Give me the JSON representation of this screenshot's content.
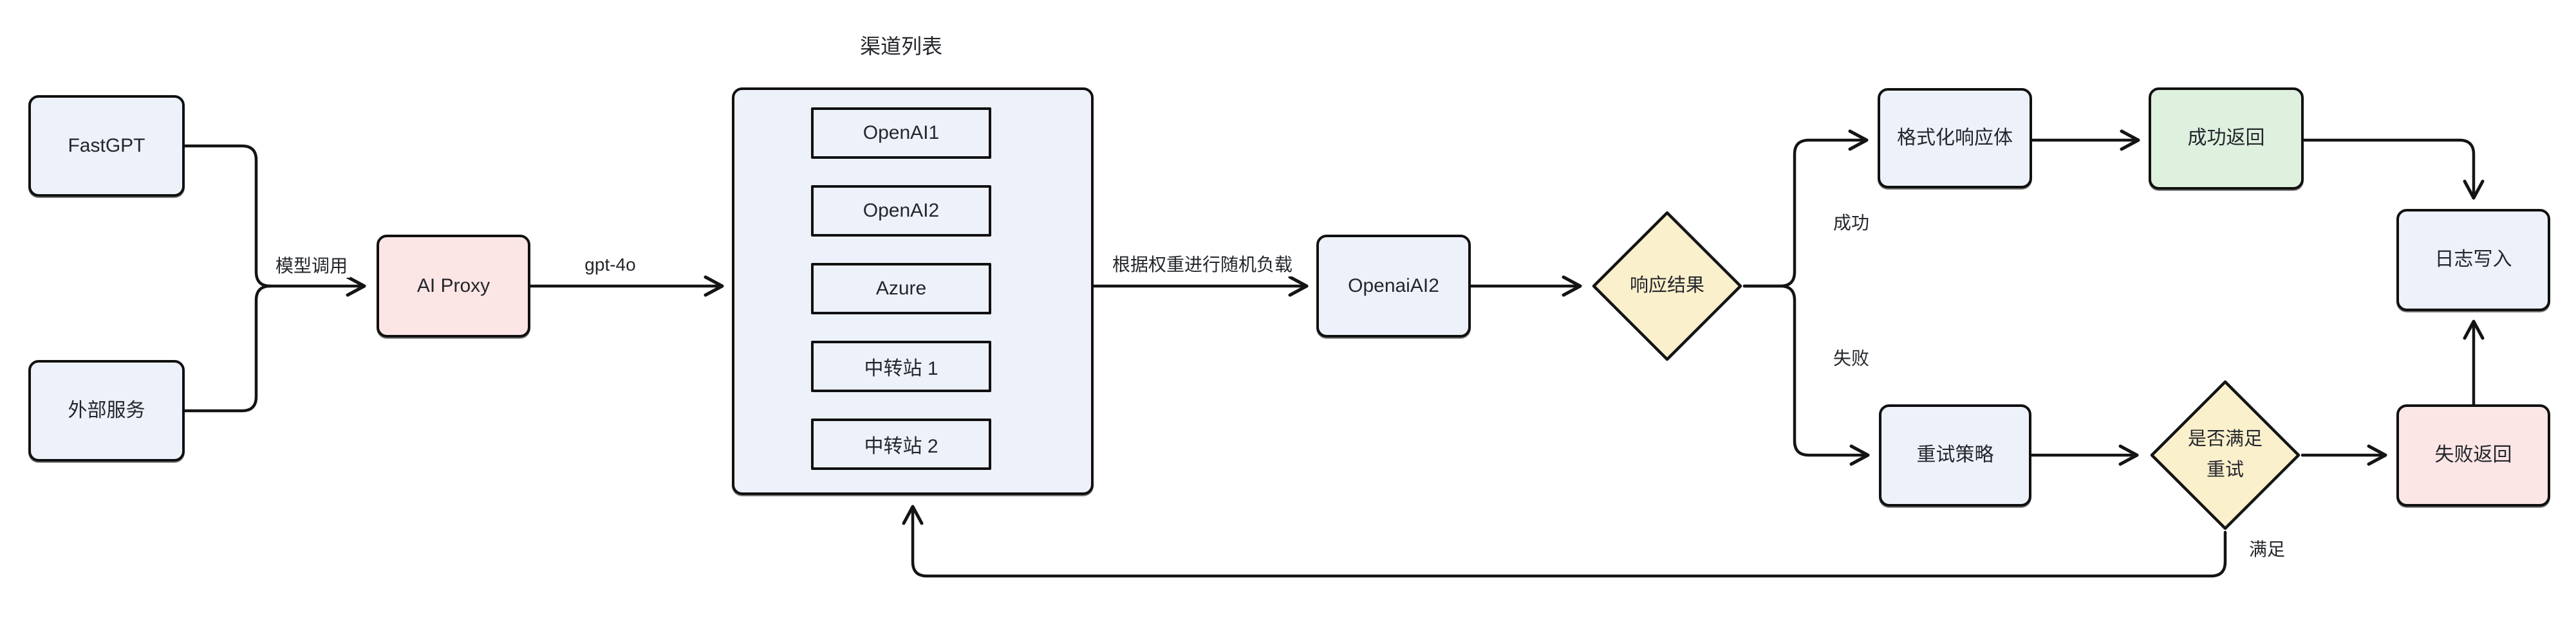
{
  "diagram": {
    "nodes": {
      "fastgpt": {
        "label": "FastGPT"
      },
      "external_service": {
        "label": "外部服务"
      },
      "ai_proxy": {
        "label": "AI Proxy"
      },
      "openai_ai2": {
        "label": "OpenaiAI2"
      },
      "response_result": {
        "label": "响应结果"
      },
      "format_response": {
        "label": "格式化响应体"
      },
      "success_return": {
        "label": "成功返回"
      },
      "log_write": {
        "label": "日志写入"
      },
      "retry_strategy": {
        "label": "重试策略"
      },
      "retry_check": {
        "label": "是否满足\n重试"
      },
      "fail_return": {
        "label": "失败返回"
      }
    },
    "channel_group": {
      "title": "渠道列表",
      "channels": [
        {
          "label": "OpenAI1"
        },
        {
          "label": "OpenAI2"
        },
        {
          "label": "Azure"
        },
        {
          "label": "中转站 1"
        },
        {
          "label": "中转站 2"
        }
      ]
    },
    "edge_labels": {
      "model_call": "模型调用",
      "model_name": "gpt-4o",
      "load_balance": "根据权重进行随机负载",
      "success": "成功",
      "fail": "失败",
      "satisfied": "满足"
    },
    "colors": {
      "node_blue": "#edf1fa",
      "node_pink": "#fbe5e5",
      "node_green": "#def0de",
      "node_yellow": "#fbf0cc",
      "stroke": "#141414",
      "text": "#23262b",
      "background": "#ffffff"
    }
  }
}
